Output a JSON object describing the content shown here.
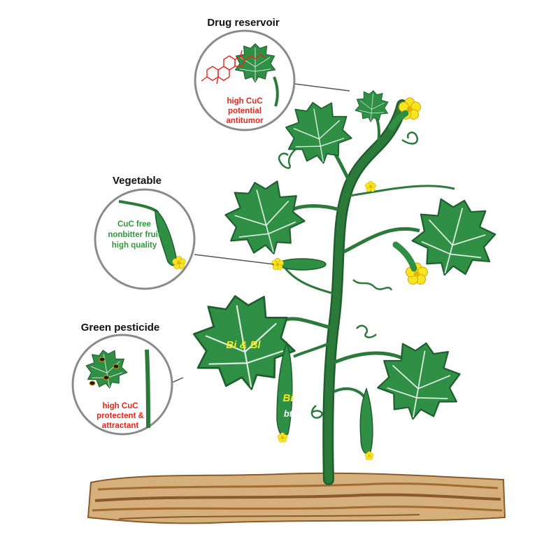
{
  "callouts": {
    "drug": {
      "heading": "Drug reservoir",
      "line1": "high CuC",
      "line2": "potential",
      "line3": "antitumor"
    },
    "vegetable": {
      "heading": "Vegetable",
      "line1": "CuC free",
      "line2": "nonbitter fruit",
      "line3": "high quality"
    },
    "pesticide": {
      "heading": "Green pesticide",
      "line1": "high CuC",
      "line2": "protectent &",
      "line3": "attractant"
    }
  },
  "plant_labels": {
    "leaf": "Bi & Bl",
    "fruit_top": "Bi",
    "fruit_bottom": "bt"
  },
  "colors": {
    "leaf": "#2f8f45",
    "leaf_dark": "#1f5e2d",
    "stem": "#2b7a3a",
    "flower": "#f7e51f",
    "soil": "#d6b07a",
    "soil_dark": "#8a5a2b",
    "callout_red": "#e8261c",
    "callout_green": "#2e9a3a"
  }
}
